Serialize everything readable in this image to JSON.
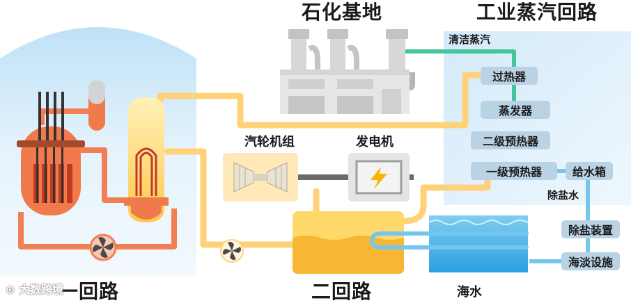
{
  "labels": {
    "petrochemical_base": "石化基地",
    "industrial_steam_loop": "工业蒸汽回路",
    "clean_steam": "清洁蒸汽",
    "turbine_set": "汽轮机组",
    "generator": "发电机",
    "primary_loop": "一回路",
    "secondary_loop": "二回路",
    "seawater": "海水",
    "desalinated_water": "除盐水"
  },
  "boxes": {
    "superheater": "过热器",
    "evaporator": "蒸发器",
    "secondary_preheater": "二级预热器",
    "primary_preheater": "一级预热器",
    "feedwater_tank": "给水箱",
    "desalination_unit": "除盐装置",
    "seawater_desalination": "海淡设施"
  },
  "watermark": "大数跨境",
  "icons": [
    "reactor-icon",
    "pressurizer-icon",
    "steam-generator-icon",
    "pump-icon",
    "turbine-icon",
    "generator-icon",
    "factory-icon",
    "condenser-icon",
    "lightning-icon"
  ],
  "colors": {
    "containment": "#cfe6f7",
    "reactor": "#f07a4c",
    "primary_pipe": "#f27e55",
    "secondary_pipe": "#ffd27a",
    "steam_generator": "#ffd86b",
    "clean_steam_pipe": "#44c69a",
    "water_pipe": "#74c6ee",
    "sea": "#38a9e3",
    "box": "#b9d3e4"
  }
}
